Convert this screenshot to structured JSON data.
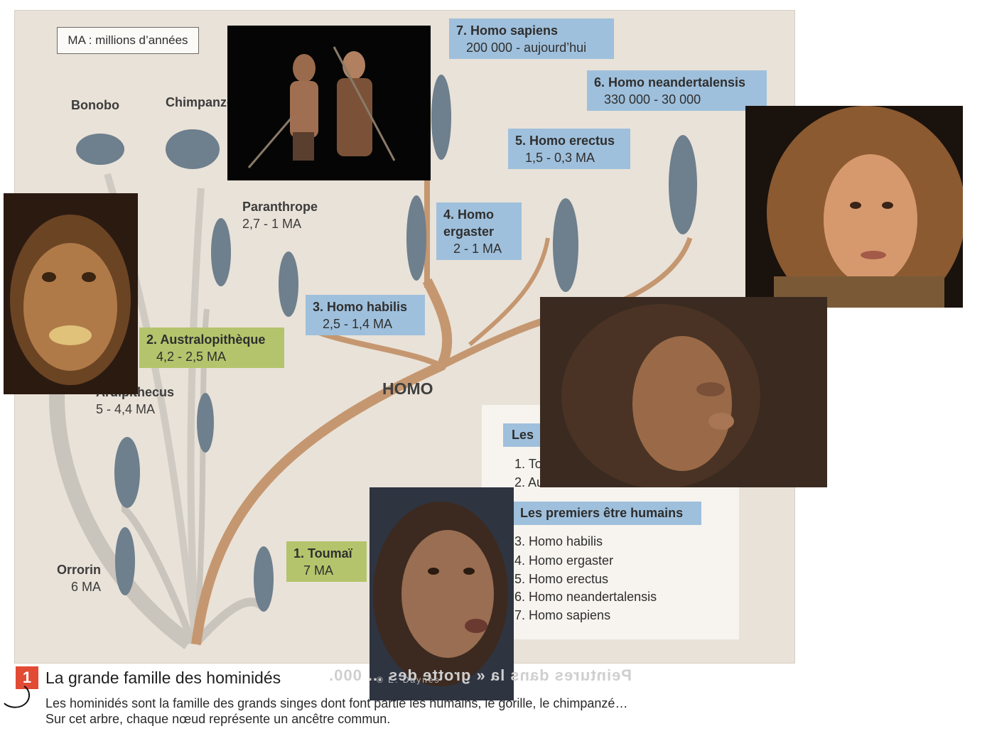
{
  "legend": "MA : millions d’années",
  "tree_center_label": "HOMO",
  "apes": [
    {
      "id": "bonobo",
      "name": "Bonobo"
    },
    {
      "id": "chimp",
      "name": "Chimpanzé"
    }
  ],
  "side_species": [
    {
      "id": "paranthrope",
      "name": "Paranthrope",
      "date": "2,7 - 1 MA"
    },
    {
      "id": "ardipithecus",
      "name": "Ardipithecus",
      "date": "5 - 4,4  MA"
    },
    {
      "id": "orrorin",
      "name": "Orrorin",
      "date": "6 MA"
    }
  ],
  "tags": [
    {
      "id": "toumai",
      "name": "1. Toumaï",
      "date": "7 MA",
      "color": "#b4c46c"
    },
    {
      "id": "australo",
      "name": "2. Australopithèque",
      "date": "4,2 - 2,5 MA",
      "color": "#b4c46c"
    },
    {
      "id": "habilis",
      "name": "3. Homo habilis",
      "date": "2,5 - 1,4 MA",
      "color": "#9fc0dc"
    },
    {
      "id": "ergaster",
      "name": "4. Homo ergaster",
      "date": "2 - 1 MA",
      "color": "#9fc0dc"
    },
    {
      "id": "erectus",
      "name": "5. Homo erectus",
      "date": "1,5 - 0,3 MA",
      "color": "#9fc0dc"
    },
    {
      "id": "neander",
      "name": "6. Homo neandertalensis",
      "date": "330 000 - 30 000",
      "color": "#9fc0dc"
    },
    {
      "id": "sapiens",
      "name": "7. Homo sapiens",
      "date": "200 000 - aujourd’hui",
      "color": "#9fc0dc"
    }
  ],
  "info": {
    "first_head": "Les",
    "first_items": [
      "1. To",
      "2. Au"
    ],
    "second_head": "Les premiers être humains",
    "second_items": [
      "3. Homo habilis",
      "4. Homo ergaster",
      "5. Homo erectus",
      "6. Homo neandertalensis",
      "7. Homo sapiens"
    ]
  },
  "caption": {
    "number": "1",
    "title": "La grande famille des hominidés",
    "line1": "Les hominidés sont la famille des grands singes dont font partie les humains, le gorille, le chimpanzé…",
    "line2": "Sur cet arbre, chaque nœud représente un ancêtre commun.",
    "ghost": "Peintures dans la « grotte des … 000.",
    "credit": "© E. Daynès"
  },
  "photos": [
    {
      "id": "photo-two-men",
      "subject": "two-reconstructed-men-with-spears"
    },
    {
      "id": "photo-australopithecus",
      "subject": "australopithecus-face"
    },
    {
      "id": "photo-neanderthal-woman",
      "subject": "neanderthal-woman-portrait"
    },
    {
      "id": "photo-erectus-profile",
      "subject": "hominid-profile"
    },
    {
      "id": "photo-toumai",
      "subject": "early-hominid-face"
    }
  ]
}
